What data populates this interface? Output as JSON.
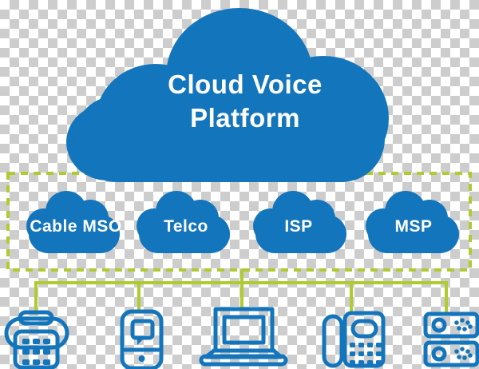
{
  "diagram": {
    "main_cloud": {
      "title_line1": "Cloud Voice",
      "title_line2": "Platform"
    },
    "provider_clouds": [
      {
        "label": "Cable MSO"
      },
      {
        "label": "Telco"
      },
      {
        "label": "ISP"
      },
      {
        "label": "MSP"
      }
    ],
    "devices": [
      {
        "name": "desk-phone"
      },
      {
        "name": "mobile-phone"
      },
      {
        "name": "laptop"
      },
      {
        "name": "office-phone"
      },
      {
        "name": "server-stack"
      }
    ],
    "colors": {
      "cloud_blue": "#1375BC",
      "line_green": "#AFCB30",
      "label_white": "#FFFFFF",
      "checker_gray": "#CDCDCD"
    }
  }
}
